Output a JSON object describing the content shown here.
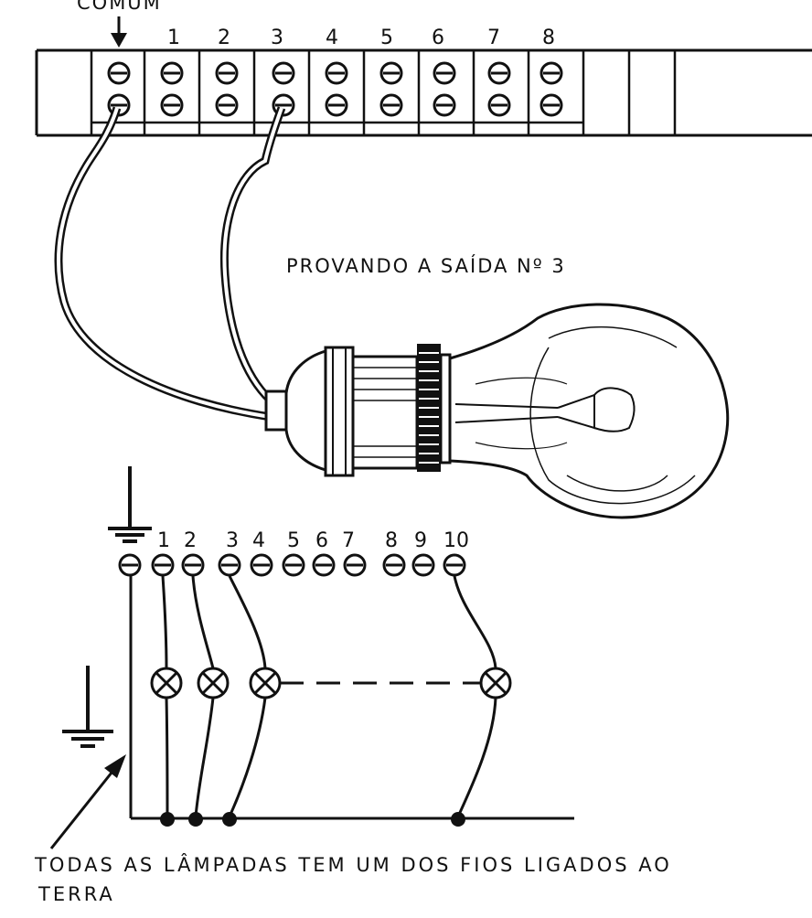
{
  "top_block": {
    "common_label": "COMUM",
    "terminal_numbers": [
      "1",
      "2",
      "3",
      "4",
      "5",
      "6",
      "7",
      "8"
    ]
  },
  "test_caption": "PROVANDO A SAÍDA  Nº 3",
  "bottom_block": {
    "terminal_numbers": [
      "1",
      "2",
      "3",
      "4",
      "5",
      "6",
      "7",
      "8",
      "9",
      "10"
    ]
  },
  "footnote": {
    "line1": "TODAS  AS  LÂMPADAS  TEM  UM  DOS  FIOS  LIGADOS  AO",
    "line2": "TERRA"
  },
  "colors": {
    "ink": "#111111",
    "paper": "#ffffff"
  }
}
